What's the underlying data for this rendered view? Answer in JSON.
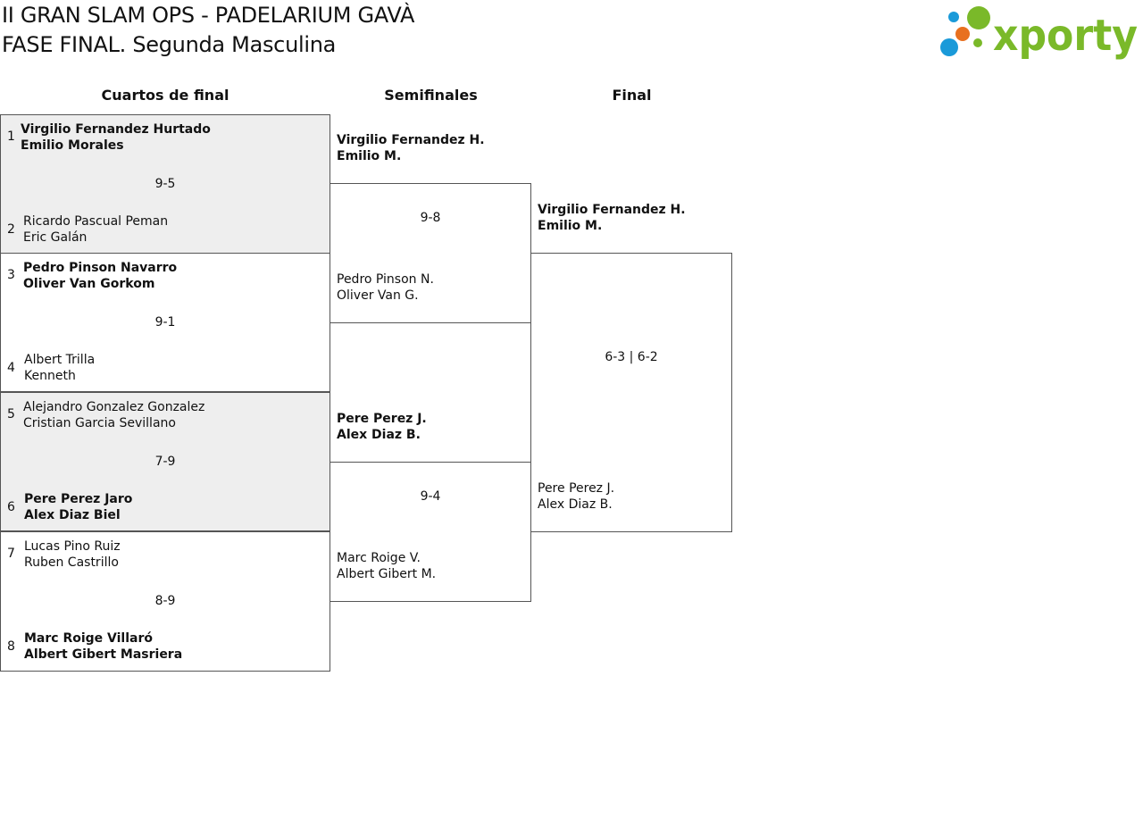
{
  "header": {
    "line1": "II GRAN SLAM OPS - PADELARIUM GAVÀ",
    "line2": "FASE FINAL. Segunda Masculina"
  },
  "logo": {
    "text": "xporty",
    "colors": {
      "green": "#7ab929",
      "blue": "#1a9ad9",
      "orange": "#e8701f"
    }
  },
  "rounds": [
    "Cuartos de final",
    "Semifinales",
    "Final"
  ],
  "quarterfinals": [
    {
      "seed_top": "1",
      "top": [
        "Virgilio Fernandez Hurtado",
        "Emilio Morales"
      ],
      "top_win": true,
      "score": "9-5",
      "seed_bottom": "2",
      "bottom": [
        "Ricardo Pascual Peman",
        "Eric Galán"
      ],
      "bottom_win": false
    },
    {
      "seed_top": "3",
      "top": [
        "Pedro Pinson Navarro",
        "Oliver Van Gorkom"
      ],
      "top_win": true,
      "score": "9-1",
      "seed_bottom": "4",
      "bottom": [
        "Albert Trilla",
        "Kenneth"
      ],
      "bottom_win": false
    },
    {
      "seed_top": "5",
      "top": [
        "Alejandro Gonzalez Gonzalez",
        "Cristian Garcia Sevillano"
      ],
      "top_win": false,
      "score": "7-9",
      "seed_bottom": "6",
      "bottom": [
        "Pere Perez Jaro",
        "Alex Diaz Biel"
      ],
      "bottom_win": true
    },
    {
      "seed_top": "7",
      "top": [
        "Lucas Pino Ruiz",
        "Ruben Castrillo"
      ],
      "top_win": false,
      "score": "8-9",
      "seed_bottom": "8",
      "bottom": [
        "Marc Roige Villaró",
        "Albert Gibert Masriera"
      ],
      "bottom_win": true
    }
  ],
  "semifinals": [
    {
      "top": [
        "Virgilio Fernandez H.",
        "Emilio M."
      ],
      "top_win": true,
      "score": "9-8",
      "bottom": [
        "Pedro Pinson N.",
        "Oliver Van G."
      ],
      "bottom_win": false
    },
    {
      "top": [
        "Pere Perez J.",
        "Alex Diaz B."
      ],
      "top_win": true,
      "score": "9-4",
      "bottom": [
        "Marc Roige V.",
        "Albert Gibert M."
      ],
      "bottom_win": false
    }
  ],
  "final": {
    "top": [
      "Virgilio Fernandez H.",
      "Emilio M."
    ],
    "top_win": true,
    "score": "6-3 | 6-2",
    "bottom": [
      "Pere Perez J.",
      "Alex Diaz B."
    ],
    "bottom_win": false
  }
}
